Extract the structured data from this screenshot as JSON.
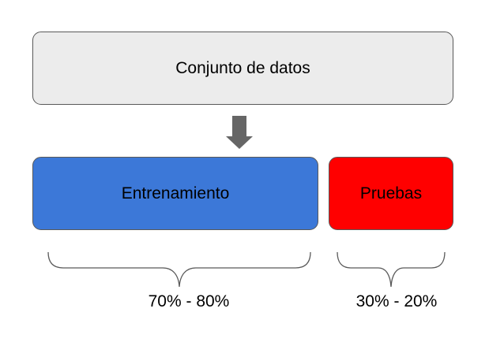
{
  "diagram": {
    "dataset_box": {
      "label": "Conjunto de datos",
      "fill": "#ececec"
    },
    "training_box": {
      "label": "Entrenamiento",
      "fill": "#3c78d8"
    },
    "testing_box": {
      "label": "Pruebas",
      "fill": "#ff0000"
    },
    "arrow": {
      "icon": "arrow-down-icon",
      "fill": "#666666"
    },
    "training_range": {
      "label": "70% - 80%"
    },
    "testing_range": {
      "label": "30% - 20%"
    },
    "brace_color": "#595959"
  }
}
